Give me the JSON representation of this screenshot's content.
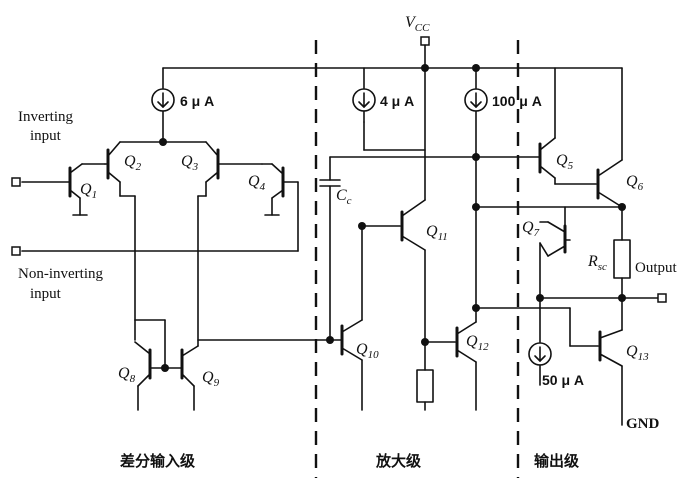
{
  "supply": {
    "v": "V",
    "sub": "CC"
  },
  "sources": {
    "s1": "6 μ A",
    "s2": "4 μ A",
    "s3": "100 μ A",
    "s4": "50 μ A"
  },
  "ports": {
    "inverting_line1": "Inverting",
    "inverting_line2": "input",
    "noninv_line1": "Non-inverting",
    "noninv_line2": "input",
    "output": "Output",
    "gnd": "GND"
  },
  "components": {
    "q1": "1",
    "q2": "2",
    "q3": "3",
    "q4": "4",
    "q5": "5",
    "q6": "6",
    "q7": "7",
    "q8": "8",
    "q9": "9",
    "q10": "10",
    "q11": "11",
    "q12": "12",
    "q13": "13",
    "q_letter": "Q",
    "cc_letter": "C",
    "cc_sub": "c",
    "rsc_letter": "R",
    "rsc_sub": "sc"
  },
  "stages": {
    "input": "差分输入级",
    "gain": "放大级",
    "output": "输出级"
  }
}
